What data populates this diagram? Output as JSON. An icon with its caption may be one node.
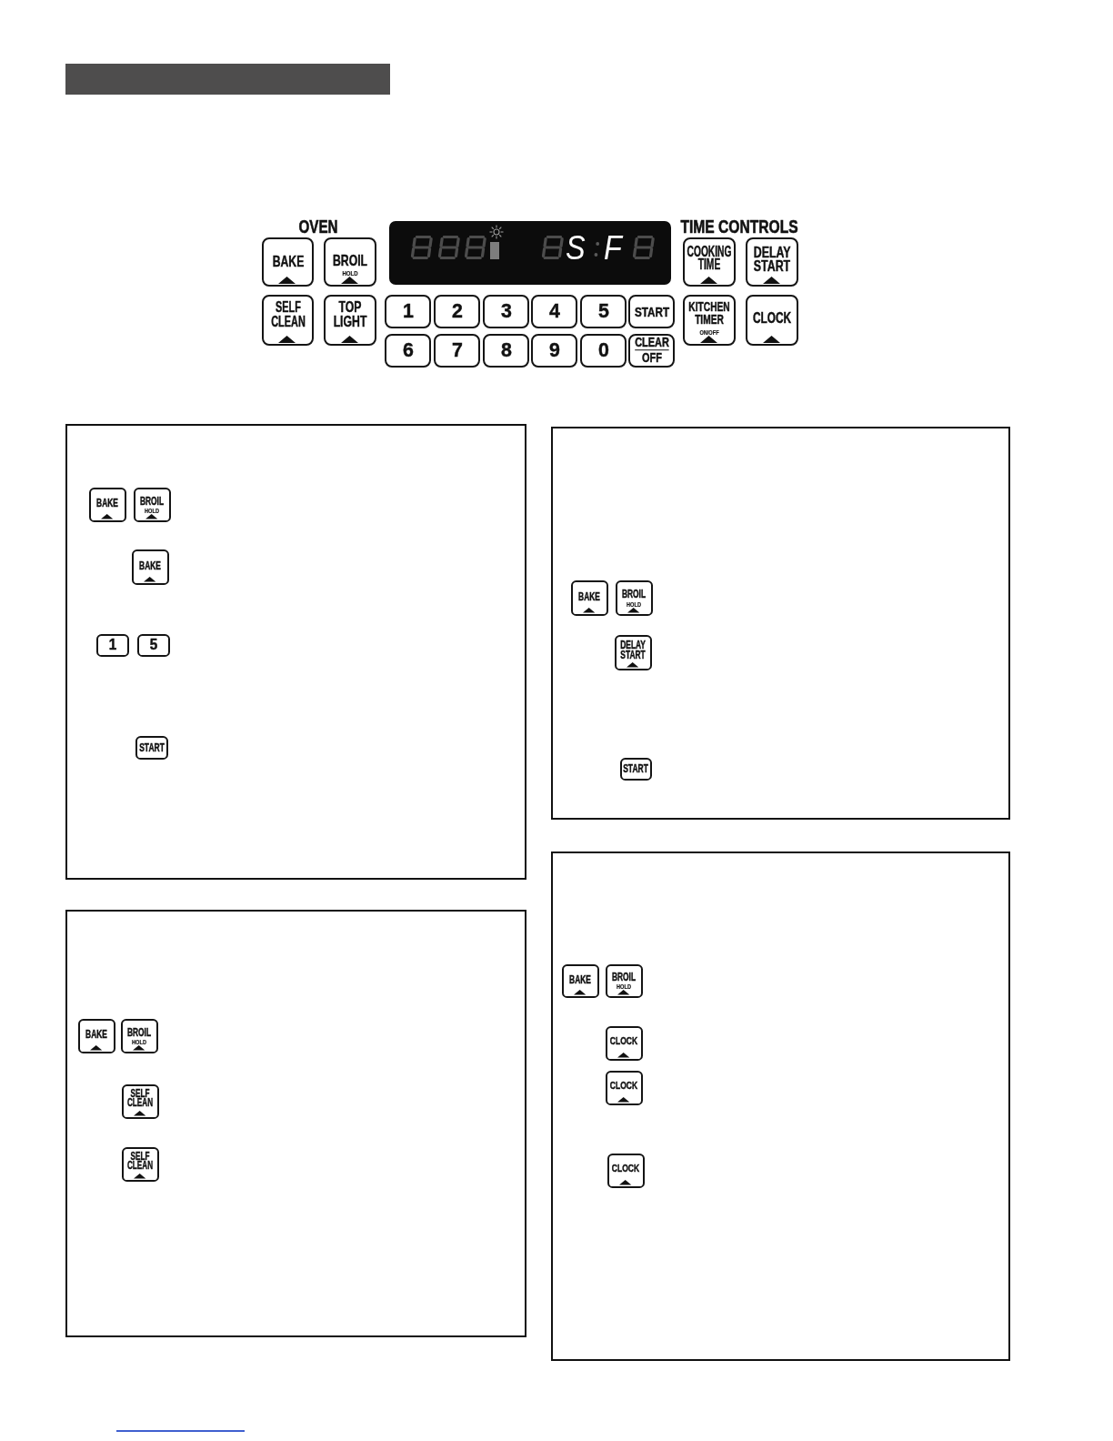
{
  "diagram": {
    "nodes": [
      {
        "text": [
          "BAKE"
        ]
      },
      {
        "text": [
          "BROIL",
          "HOLD"
        ]
      },
      {
        "text": [
          "S",
          "F"
        ]
      },
      {
        "text": [
          "COOKING TIME"
        ]
      },
      {
        "text": [
          "DELAY START"
        ]
      },
      {
        "text": [
          "SELF CLEAN"
        ]
      },
      {
        "text": [
          "TOP LIGHT"
        ]
      },
      {
        "text": [
          "1"
        ]
      },
      {
        "text": [
          "2"
        ]
      },
      {
        "text": [
          "3"
        ]
      },
      {
        "text": [
          "4"
        ]
      },
      {
        "text": [
          "5"
        ]
      },
      {
        "text": [
          "START"
        ]
      },
      {
        "text": [
          "KITCHEN TIMER",
          "ON/OFF"
        ]
      },
      {
        "text": [
          "CLOCK"
        ]
      },
      {
        "text": [
          "6"
        ]
      },
      {
        "text": [
          "7"
        ]
      },
      {
        "text": [
          "8"
        ]
      },
      {
        "text": [
          "9"
        ]
      },
      {
        "text": [
          "0"
        ]
      },
      {
        "text": [
          "CLEAR",
          "OFF"
        ]
      },
      {
        "text": [],
        "shape": "box"
      },
      {
        "text": [
          "BAKE"
        ],
        "in": 21
      },
      {
        "text": [
          "BROIL",
          "HOLD"
        ],
        "in": 21
      },
      {
        "text": [
          "BAKE"
        ],
        "in": 21
      },
      {
        "text": [
          "1"
        ],
        "in": 21
      },
      {
        "text": [
          "5"
        ],
        "in": 21
      },
      {
        "text": [
          "START"
        ],
        "in": 21
      },
      {
        "text": [],
        "shape": "box"
      },
      {
        "text": [
          "BAKE"
        ],
        "in": 28
      },
      {
        "text": [
          "BROIL",
          "HOLD"
        ],
        "in": 28
      },
      {
        "text": [
          "SELF CLEAN"
        ],
        "in": 28
      },
      {
        "text": [
          "SELF CLEAN"
        ],
        "in": 28
      },
      {
        "text": [],
        "shape": "box"
      },
      {
        "text": [
          "BAKE"
        ],
        "in": 33
      },
      {
        "text": [
          "BROIL",
          "HOLD"
        ],
        "in": 33
      },
      {
        "text": [
          "DELAY START"
        ],
        "in": 33
      },
      {
        "text": [
          "START"
        ],
        "in": 33
      },
      {
        "text": [],
        "shape": "box"
      },
      {
        "text": [
          "BAKE"
        ],
        "in": 38
      },
      {
        "text": [
          "BROIL",
          "HOLD"
        ],
        "in": 38
      },
      {
        "text": [
          "CLOCK"
        ],
        "in": 38
      },
      {
        "text": [
          "CLOCK"
        ],
        "in": 38
      },
      {
        "text": [
          "CLOCK"
        ],
        "in": 38
      }
    ],
    "labels": [
      "OVEN",
      "TIME CONTROLS"
    ]
  }
}
